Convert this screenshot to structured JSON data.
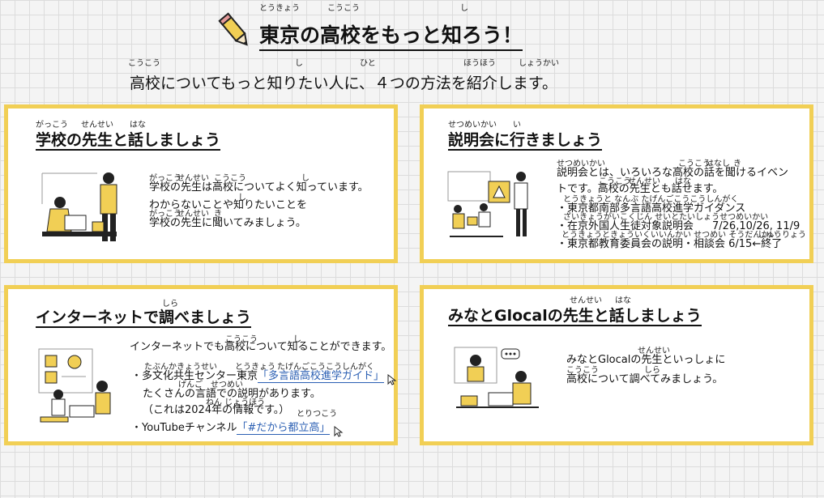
{
  "header": {
    "title": "東京の高校をもっと知ろう！",
    "title_ruby": [
      "とうきょう",
      "こうこう",
      "し"
    ],
    "subtitle": "高校についてもっと知りたい人に、４つの方法を紹介します。",
    "subtitle_ruby": [
      "こうこう",
      "し",
      "ひと",
      "ほうほう",
      "しょうかい"
    ]
  },
  "cards": {
    "teacher": {
      "heading": "学校の先生と話しましょう",
      "heading_ruby": [
        "がっこう",
        "せんせい",
        "はな"
      ],
      "lines": [
        "学校の先生は高校についてよく知っています。",
        "わからないことや知りたいことを",
        "学校の先生に聞いてみましょう。"
      ],
      "ruby": [
        "がっこう",
        "せんせい",
        "こうこう",
        "し",
        "し",
        "がっこう",
        "せんせい",
        "き"
      ]
    },
    "briefing": {
      "heading": "説明会に行きましょう",
      "heading_ruby": [
        "せつめいかい",
        "い"
      ],
      "lines": [
        "説明会とは、いろいろな高校の話を聞けるイベン",
        "トです。高校の先生とも話せます。"
      ],
      "bullets": [
        "・東京都南部多言語高校進学ガイダンス",
        "・在京外国人生徒対象説明会",
        "7/26,10/26, 11/9",
        "・東京都教育委員会の説明・相談会 6/15←終了"
      ],
      "ruby": [
        "せつめいかい",
        "こうこう",
        "はなし",
        "き",
        "こうこう",
        "せんせい",
        "はな",
        "とうきょうと なんぶ たげんごこうこうしんがく",
        "ざいきょうがいこくじん せいとたいしょうせつめいかい",
        "とうきょうときょういくいいんかい せつめい そうだんかい",
        "しゅうりょう"
      ]
    },
    "internet": {
      "heading": "インターネットで調べましょう",
      "heading_ruby": [
        "しら"
      ],
      "intro": "インターネットでも高校について知ることができます。",
      "bullet1_prefix": "・多文化共生センター東京",
      "bullet1_link": "「多言語高校進学ガイド」",
      "bullet1_line2": "たくさんの言語での説明があります。",
      "bullet1_line3": "（これは2024年の情報です。）",
      "bullet2_prefix": "・YouTubeチャンネル",
      "bullet2_link": "「#だから都立高」",
      "ruby": [
        "こうこう",
        "し",
        "たぶんかきょうせい",
        "とうきょう",
        "たげんごこうこうしんがく",
        "げんご",
        "せつめい",
        "ねん じょうほう",
        "とりつこう"
      ]
    },
    "glocal": {
      "heading": "みなとGlocalの先生と話しましょう",
      "heading_ruby": [
        "せんせい",
        "はな"
      ],
      "lines": [
        "みなとGlocalの先生といっしょに",
        "高校について調べてみましょう。"
      ],
      "ruby": [
        "せんせい",
        "こうこう",
        "しら"
      ]
    }
  },
  "colors": {
    "accent": "#f1cf55",
    "link": "#2b5fb3",
    "grid": "#dcdcdc"
  }
}
